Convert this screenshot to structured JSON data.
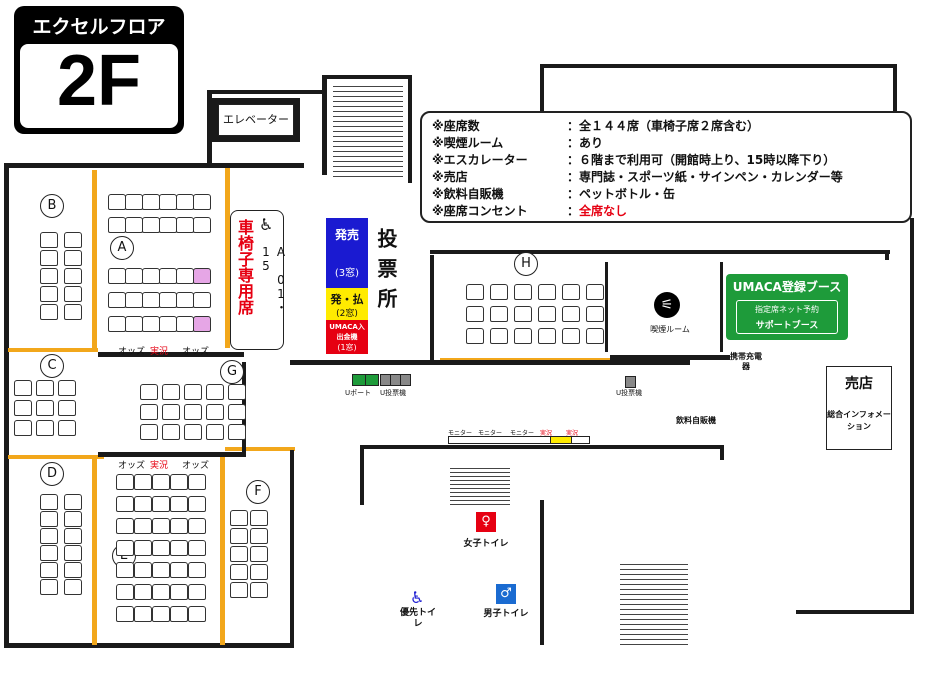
{
  "floor": {
    "name": "エクセルフロア",
    "level": "2F"
  },
  "facilities": {
    "elevator": "エレベーター",
    "ticket_office": "投票所",
    "wheelchair_seats": "車椅子専用席",
    "wheelchair_seat_nos": "A 01・15",
    "sales_windows": "発売",
    "sales_windows_count": "(3窓)",
    "payout_windows": "発・払",
    "payout_windows_count": "(2窓)",
    "umaca_machine": "UMACA入出金機",
    "umaca_machine_count": "(1窓)",
    "umaca_booth": "UMACA登録ブース",
    "umaca_reserve": "指定席ネット予約",
    "umaca_support": "サポートブース",
    "smoking_room": "喫煙ルーム",
    "mobile_charger": "携帯充電器",
    "shop": "売店",
    "info_center": "総合インフォメーション",
    "drink_vending": "飲料自販機",
    "womens_toilet": "女子トイレ",
    "mens_toilet": "男子トイレ",
    "priority_toilet": "優先トイレ",
    "u_port": "Uポート",
    "u_machine": "U投票機",
    "monitor": "モニター",
    "odds": "オッズ",
    "live": "実況"
  },
  "info": [
    {
      "label": "※座席数",
      "value": "：全１４４席（車椅子席２席含む）"
    },
    {
      "label": "※喫煙ルーム",
      "value": "：あり"
    },
    {
      "label": "※エスカレーター",
      "value": "：６階まで利用可（開館時上り、15時以降下り）"
    },
    {
      "label": "※売店",
      "value": "：専門誌・スポーツ紙・サインペン・カレンダー等"
    },
    {
      "label": "※飲料自販機",
      "value": "：ペットボトル・缶"
    },
    {
      "label": "※座席コンセント",
      "value": "：",
      "value_red": "全席なし"
    }
  ],
  "blocks": [
    "A",
    "B",
    "C",
    "D",
    "E",
    "F",
    "G",
    "H"
  ],
  "colors": {
    "wall": "#1a1a1a",
    "corridor": "#f2a71b",
    "sales_blue": "#1a1ad1",
    "payout_yellow": "#ffeb00",
    "umaca_red": "#e60012",
    "umaca_green": "#1e9b3a",
    "wheelchair_pink": "#e6a6e6",
    "red_text": "#e60012"
  },
  "icons": [
    "wheelchair-icon",
    "smoking-icon",
    "womens-toilet-icon",
    "mens-toilet-icon",
    "priority-toilet-icon",
    "escalator-icon"
  ]
}
